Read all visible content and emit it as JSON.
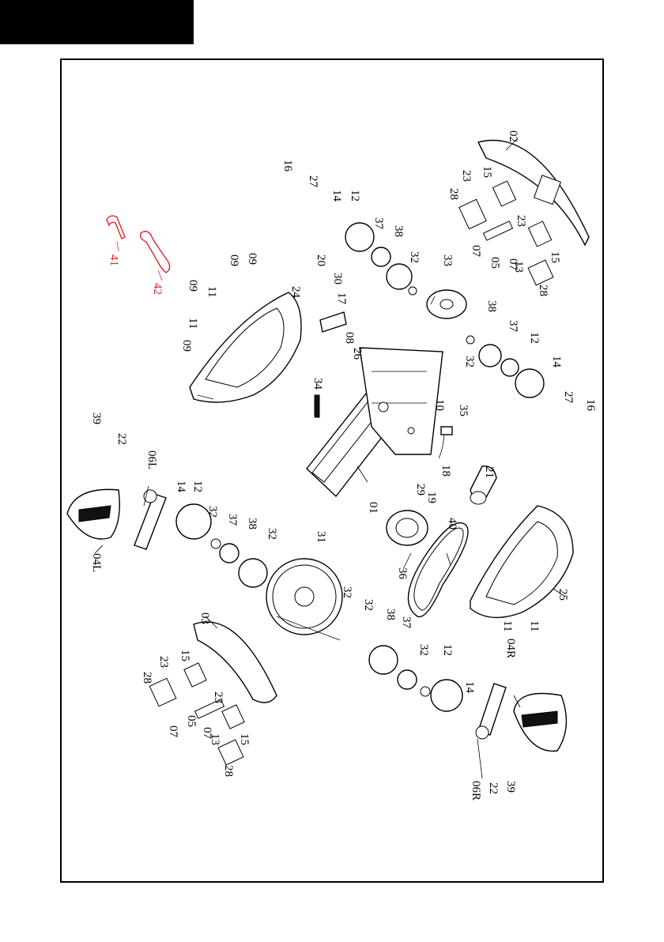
{
  "labels": {
    "l01": "01",
    "l02": "02",
    "l03": "03",
    "l04L": "04L",
    "l04R": "04R",
    "l05a": "05",
    "l05b": "05",
    "l06L": "06L",
    "l06R": "06R",
    "l07a": "07",
    "l07b": "07",
    "l07c": "07",
    "l07d": "07",
    "l08": "08",
    "l09a": "09",
    "l09b": "09",
    "l09c": "09",
    "l09d": "09",
    "l10": "10",
    "l11a": "11",
    "l11b": "11",
    "l11c": "11",
    "l11d": "11",
    "l12a": "12",
    "l12b": "12",
    "l12c": "12",
    "l12d": "12",
    "l13a": "13",
    "l13b": "13",
    "l14a": "14",
    "l14b": "14",
    "l14c": "14",
    "l14d": "14",
    "l15a": "15",
    "l15b": "15",
    "l15c": "15",
    "l15d": "15",
    "l16a": "16",
    "l16b": "16",
    "l17": "17",
    "l18": "18",
    "l19": "19",
    "l20": "20",
    "l21": "21",
    "l22a": "22",
    "l22b": "22",
    "l23a": "23",
    "l23b": "23",
    "l23c": "23",
    "l23d": "23",
    "l24": "24",
    "l25": "25",
    "l26": "26",
    "l27a": "27",
    "l27b": "27",
    "l28a": "28",
    "l28b": "28",
    "l28c": "28",
    "l28d": "28",
    "l29": "29",
    "l30": "30",
    "l31": "31",
    "l32a": "32",
    "l32b": "32",
    "l32c": "32",
    "l32d": "32",
    "l32e": "32",
    "l32f": "32",
    "l32g": "32",
    "l33": "33",
    "l34": "34",
    "l35": "35",
    "l36": "36",
    "l37a": "37",
    "l37b": "37",
    "l37c": "37",
    "l37d": "37",
    "l38a": "38",
    "l38b": "38",
    "l38c": "38",
    "l38d": "38",
    "l39a": "39",
    "l39b": "39",
    "l40": "40",
    "l41": "41",
    "l42": "42"
  },
  "colors": {
    "line": "#000000",
    "tools": "#e0262b"
  }
}
